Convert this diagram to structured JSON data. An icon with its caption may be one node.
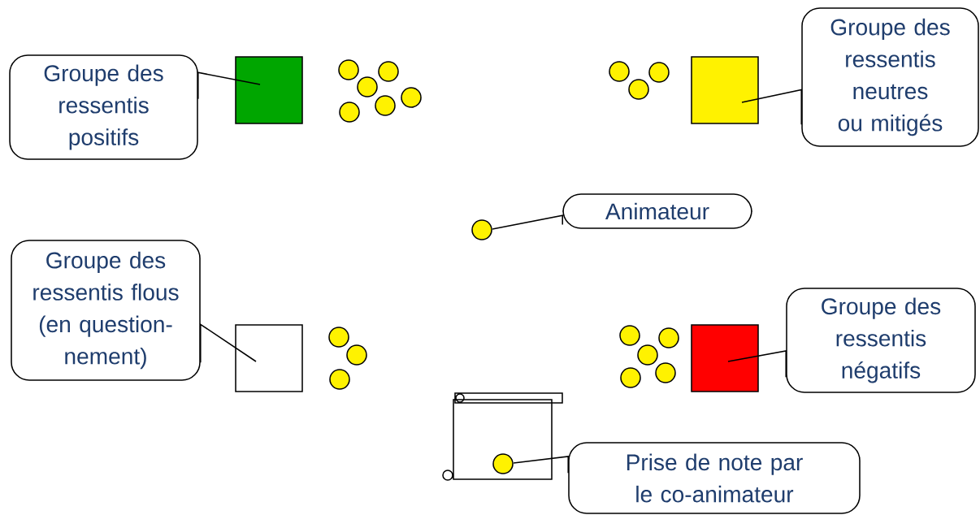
{
  "diagram": {
    "nodes": [
      {
        "text": [
          "Groupe des ressentis positifs"
        ]
      },
      {
        "text": [],
        "shape": "box"
      },
      {
        "text": [
          "Groupe des ressentis neutres ou mitigés"
        ]
      },
      {
        "text": [],
        "shape": "box"
      },
      {
        "text": [
          "Animateur"
        ]
      },
      {
        "text": [],
        "shape": "circle"
      },
      {
        "text": [
          "Groupe des ressentis flous (en question- nement)"
        ]
      },
      {
        "text": [],
        "shape": "box"
      },
      {
        "text": [
          "Groupe des ressentis négatifs"
        ]
      },
      {
        "text": [],
        "shape": "box"
      },
      {
        "text": [
          "Prise de note par le co-animateur"
        ]
      },
      {
        "text": [],
        "shape": "circle"
      },
      {
        "text": [],
        "shape": "circle"
      },
      {
        "text": [],
        "shape": "circle"
      },
      {
        "text": [],
        "shape": "circle"
      },
      {
        "text": [],
        "shape": "circle"
      },
      {
        "text": [],
        "shape": "circle"
      },
      {
        "text": [],
        "shape": "circle"
      },
      {
        "text": [],
        "shape": "circle"
      },
      {
        "text": [],
        "shape": "circle"
      },
      {
        "text": [],
        "shape": "circle"
      },
      {
        "text": [],
        "shape": "circle"
      },
      {
        "text": [],
        "shape": "circle"
      },
      {
        "text": [],
        "shape": "circle"
      },
      {
        "text": [],
        "shape": "circle"
      },
      {
        "text": [],
        "shape": "circle"
      },
      {
        "text": [],
        "shape": "circle"
      },
      {
        "text": [],
        "shape": "circle"
      },
      {
        "text": [],
        "shape": "circle"
      }
    ],
    "edges": [
      {
        "from": 0,
        "to": 1,
        "arrow": "none"
      },
      {
        "from": 2,
        "to": 3,
        "arrow": "none"
      },
      {
        "from": 4,
        "to": 5,
        "arrow": "none"
      },
      {
        "from": 6,
        "to": 7,
        "arrow": "none"
      },
      {
        "from": 8,
        "to": 9,
        "arrow": "none"
      },
      {
        "from": 10,
        "to": 11,
        "arrow": "none"
      }
    ]
  }
}
